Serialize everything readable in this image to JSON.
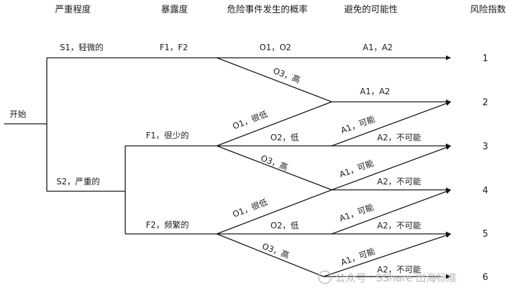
{
  "headers": {
    "severity": "严重程度",
    "exposure": "暴露度",
    "probability": "危险事件发生的概率",
    "avoidance": "避免的可能性",
    "risk_index": "风险指数"
  },
  "start": "开始",
  "severity": {
    "s1": "S1，轻微的",
    "s2": "S2，严重的"
  },
  "exposure": {
    "s1": "F1，F2",
    "f1": "F1，很少的",
    "f2": "F2，频繁的"
  },
  "probability": {
    "s1_o12": "O1，O2",
    "s1_o3": "O3，高",
    "f1_o1": "O1，很低",
    "f1_o2": "O2，低",
    "f1_o3": "O3，高",
    "f2_o1": "O1，很低",
    "f2_o2": "O2，低",
    "f2_o3": "O3，高"
  },
  "avoidance": {
    "r1": "A1，A2",
    "r2": "A1，A2",
    "r3_a1": "A1，可能",
    "r3_a2": "A2，不可能",
    "r4_a1": "A1，可能",
    "r4_a2": "A2，不可能",
    "r5_a1": "A1，可能",
    "r5_a2": "A2，不可能",
    "r6_a1": "A1，可能",
    "r6_a2": "A2，不可能"
  },
  "risk_indices": [
    "1",
    "2",
    "3",
    "4",
    "5",
    "6"
  ],
  "watermark": "公众号 · SShare 出海标准"
}
